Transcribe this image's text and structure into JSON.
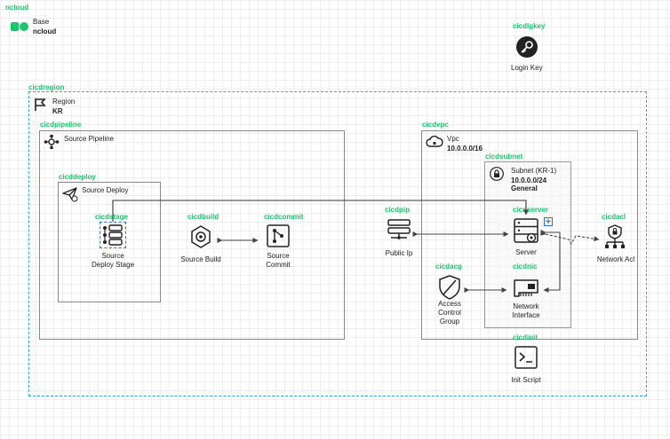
{
  "ncloud": {
    "tag": "ncloud",
    "label": "Base",
    "value": "ncloud"
  },
  "dgkey": {
    "tag": "cicdlgkey",
    "label": "Login Key"
  },
  "region": {
    "tag": "cicdregion",
    "label": "Region",
    "value": "KR"
  },
  "pipeline": {
    "tag": "cicdpipeline",
    "label": "Source Pipeline"
  },
  "deploy": {
    "tag": "cicddeploy",
    "label": "Source Deploy"
  },
  "stage": {
    "tag": "cicdstage",
    "label_line1": "Source",
    "label_line2": "Deploy Stage"
  },
  "build": {
    "tag": "cicdbuild",
    "label": "Source Build"
  },
  "commit": {
    "tag": "cicdcommit",
    "label_line1": "Source",
    "label_line2": "Commit"
  },
  "vpc": {
    "tag": "cicdvpc",
    "label": "Vpc",
    "cidr": "10.0.0.0/16"
  },
  "subnet": {
    "tag": "cicdsubnet",
    "label": "Subnet (KR-1)",
    "cidr": "10.0.0.0/24",
    "type": "General"
  },
  "pip": {
    "tag": "cicdpip",
    "label": "Public Ip"
  },
  "server": {
    "tag": "cicdserver",
    "label": "Server",
    "badge": "+"
  },
  "acl": {
    "tag": "cicdacl",
    "label": "Network Acl"
  },
  "acg": {
    "tag": "cicdacg",
    "label_line1": "Access",
    "label_line2": "Control",
    "label_line3": "Group"
  },
  "nic": {
    "tag": "cicdnic",
    "label_line1": "Network",
    "label_line2": "Interface"
  },
  "init": {
    "tag": "cicdinit",
    "label": "Init Script"
  },
  "colors": {
    "tag_green": "#19c76a",
    "region_border": "#2aa8d8",
    "box_border": "#888888",
    "arrow": "#555555",
    "selection": "#2f6fe0"
  }
}
